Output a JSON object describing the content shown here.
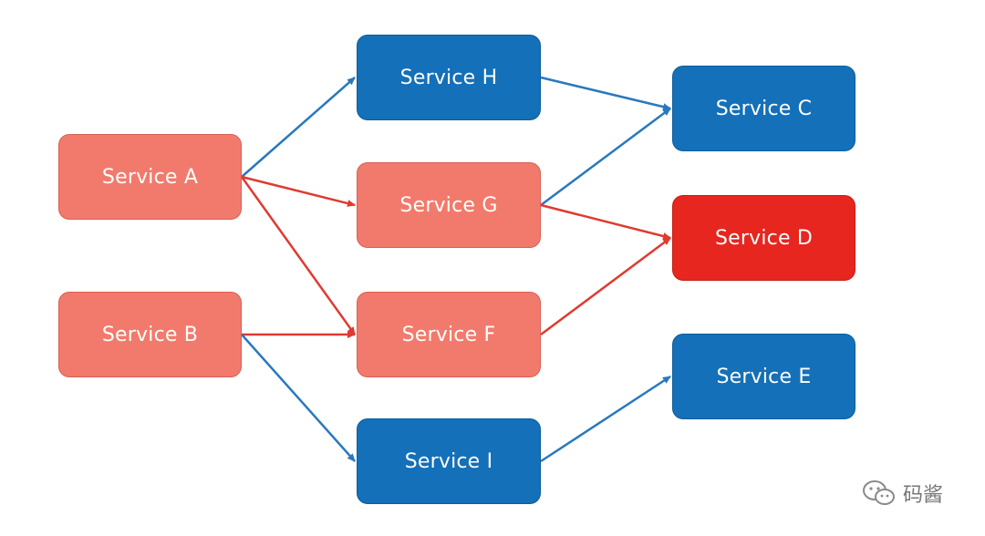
{
  "nodes": {
    "a": "Service A",
    "b": "Service B",
    "c": "Service C",
    "d": "Service D",
    "e": "Service E",
    "f": "Service F",
    "g": "Service G",
    "h": "Service H",
    "i": "Service I"
  },
  "edges": [
    {
      "from": "a",
      "to": "h",
      "color": "blue"
    },
    {
      "from": "a",
      "to": "g",
      "color": "red"
    },
    {
      "from": "a",
      "to": "f",
      "color": "red"
    },
    {
      "from": "b",
      "to": "f",
      "color": "red"
    },
    {
      "from": "b",
      "to": "i",
      "color": "blue"
    },
    {
      "from": "h",
      "to": "c",
      "color": "blue"
    },
    {
      "from": "g",
      "to": "c",
      "color": "blue"
    },
    {
      "from": "g",
      "to": "d",
      "color": "red"
    },
    {
      "from": "f",
      "to": "d",
      "color": "red"
    },
    {
      "from": "i",
      "to": "e",
      "color": "blue"
    }
  ],
  "colors": {
    "blue_node": "#1470b8",
    "salmon_node": "#f27a6c",
    "red_node": "#e6261f",
    "blue_arrow": "#2878be",
    "red_arrow": "#e03a30"
  },
  "watermark": {
    "text": "码酱",
    "icon": "wechat-icon"
  }
}
